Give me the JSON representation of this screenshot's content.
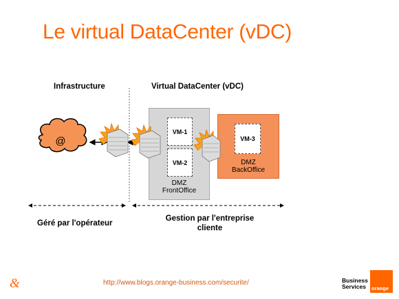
{
  "title": "Le virtual DataCenter (vDC)",
  "columns": {
    "left": "Infrastructure",
    "right": "Virtual DataCenter (vDC)"
  },
  "internet_symbol": "@",
  "zones": {
    "front": {
      "label_line1": "DMZ",
      "label_line2": "FrontOffice",
      "color": "#d6d6d6"
    },
    "back": {
      "label_line1": "DMZ",
      "label_line2": "BackOffice",
      "color": "#f4915a"
    }
  },
  "vms": {
    "vm1": "VM-1",
    "vm2": "VM-2",
    "vm3": "VM-3"
  },
  "bottom": {
    "left": "Géré par l'opérateur",
    "right_line1": "Gestion par l'entreprise",
    "right_line2": "cliente"
  },
  "footer": {
    "symbol": "&",
    "url": "http://www.blogs.orange-business.com/securite/",
    "brand_line1": "Business",
    "brand_line2": "Services",
    "brand_word": "orange"
  },
  "icons": [
    "cloud-icon",
    "firewall-icon",
    "arrow-icon"
  ],
  "colors": {
    "accent": "#ff6600"
  }
}
